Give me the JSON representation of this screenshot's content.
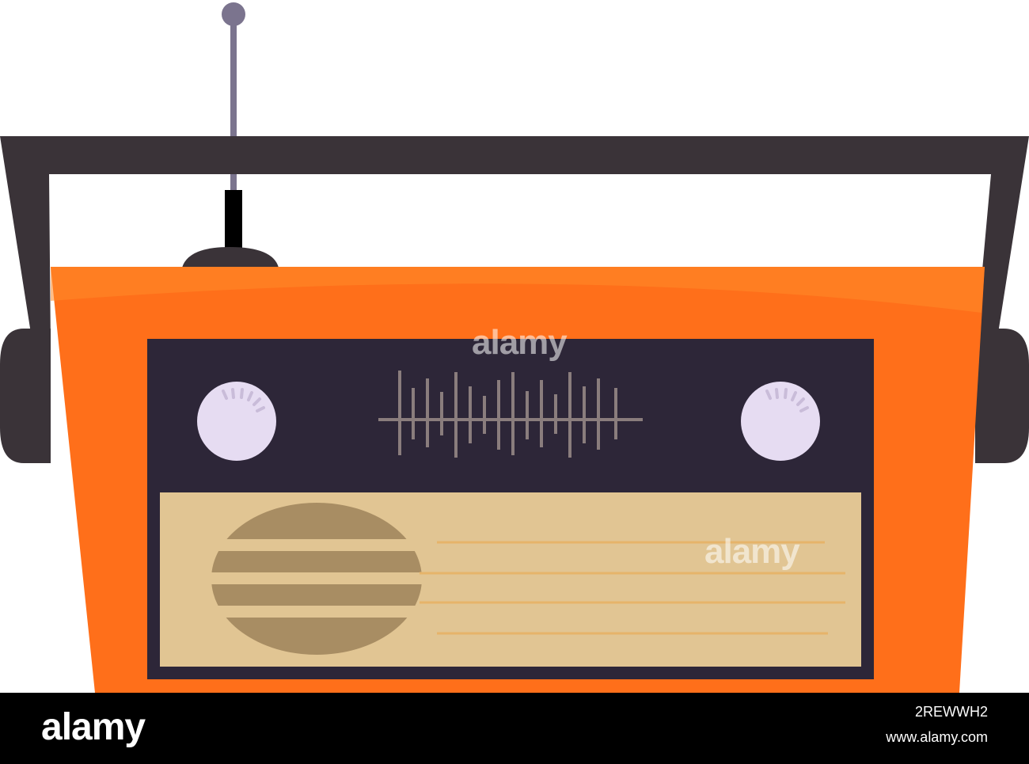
{
  "watermark": {
    "text": "alamy"
  },
  "footer": {
    "logo": "alamy",
    "image_id": "2REWWH2",
    "url": "www.alamy.com"
  },
  "illustration": {
    "subject": "retro portable radio",
    "colors": {
      "body": "#ff6f1a",
      "handle": "#3a3338",
      "panel": "#2d2638",
      "dial": "#e6dcf2",
      "scale": "#8a7d7d",
      "speaker_panel": "#e1c593",
      "speaker_grille": "#a88d63",
      "lines": "#e6b46a",
      "antenna": "#7b748e"
    }
  }
}
